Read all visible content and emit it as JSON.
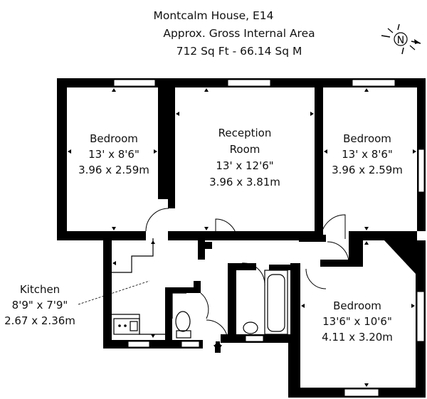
{
  "header": {
    "property": "Montcalm House, E14",
    "area_label": "Approx. Gross Internal Area",
    "area_values": "712 Sq Ft  -  66.14 Sq M"
  },
  "compass": {
    "letter": "N"
  },
  "rooms": {
    "bedroom_left": {
      "name": "Bedroom",
      "imperial": "13' x 8'6\"",
      "metric": "3.96 x 2.59m"
    },
    "reception": {
      "name_line1": "Reception",
      "name_line2": "Room",
      "imperial": "13' x 12'6\"",
      "metric": "3.96 x 3.81m"
    },
    "bedroom_right": {
      "name": "Bedroom",
      "imperial": "13' x 8'6\"",
      "metric": "3.96 x 2.59m"
    },
    "kitchen": {
      "name": "Kitchen",
      "imperial": "8'9\" x 7'9\"",
      "metric": "2.67 x 2.36m"
    },
    "bedroom_lower": {
      "name": "Bedroom",
      "imperial": "13'6\" x 10'6\"",
      "metric": "4.11 x 3.20m"
    }
  }
}
